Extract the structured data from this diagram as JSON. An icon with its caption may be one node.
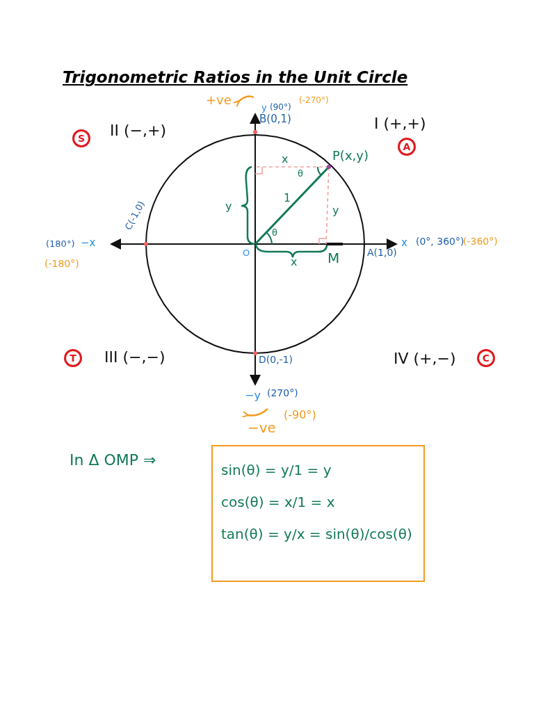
{
  "diagram": {
    "title": "Trigonometric Ratios in the Unit Circle",
    "nodes": [
      {
        "text": [
          "sin(θ) = y/1 = y",
          "cos(θ) = x/1 = x",
          "tan(θ) = y/x = sin(θ)/cos(θ)"
        ]
      }
    ],
    "labels": [
      "+ve",
      "y",
      "(90°)",
      "(-270°)",
      "B(0,1)",
      "S",
      "II (−,+)",
      "I (+,+)",
      "A",
      "x",
      "P(x,y)",
      "θ",
      "1",
      "y",
      "y",
      "C(-1,0)",
      "θ",
      "(180°)",
      "−x",
      "O",
      "x",
      "M",
      "A(1,0)",
      "x",
      "(0°, 360°)",
      "(-360°)",
      "(-180°)",
      "T",
      "III (−,−)",
      "D(0,-1)",
      "IV (+,−)",
      "C",
      "−y",
      "(270°)",
      "(-90°)",
      "−ve",
      "In Δ OMP ⇒"
    ]
  }
}
